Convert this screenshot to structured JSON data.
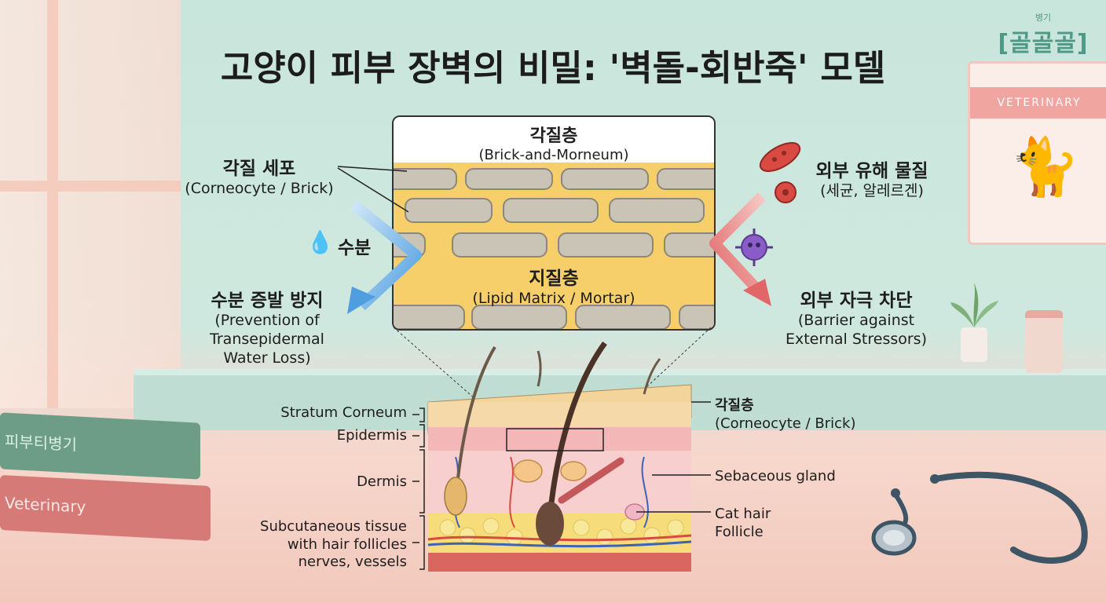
{
  "title": "고양이 피부 장벽의 비밀: '벽돌-회반죽' 모델",
  "logo": {
    "small": "병기",
    "main": "[골골골]"
  },
  "background": {
    "poster_header": "VETERINARY",
    "book_top_label": "피부티병기",
    "book_bottom_label": "Veterinary"
  },
  "zoom": {
    "top_title": "각질층",
    "top_subtitle": "(Brick-and-Morneum)",
    "middle_title": "지질층",
    "middle_subtitle": "(Lipid Matrix / Mortar)"
  },
  "left": {
    "corneocyte_title": "각질 세포",
    "corneocyte_subtitle": "(Corneocyte / Brick)",
    "water_label": "수분",
    "evaporation_title": "수분 증발 방지",
    "evaporation_line1": "(Prevention of",
    "evaporation_line2": "Transepidermal",
    "evaporation_line3": "Water Loss)"
  },
  "right": {
    "harmful_title": "외부 유해 물질",
    "harmful_subtitle": "(세균, 알레르겐)",
    "block_title": "외부 자극 차단",
    "block_line1": "(Barrier against",
    "block_line2": "External Stressors)"
  },
  "cross_section": {
    "left_labels": {
      "stratum_corneum": "Stratum Corneum",
      "epidermis": "Epidermis",
      "dermis": "Dermis",
      "subcutaneous_line1": "Subcutaneous tissue",
      "subcutaneous_line2": "with hair follicles",
      "subcutaneous_line3": "nerves, vessels"
    },
    "right_labels": {
      "corneum_title": "각질층",
      "corneum_subtitle": "(Corneocyte / Brick)",
      "sebaceous": "Sebaceous gland",
      "hair_line1": "Cat hair",
      "hair_line2": "Follicle"
    }
  },
  "colors": {
    "brick": "#c9c4b6",
    "mortar": "#f7cf6a",
    "water_arrow": "#5aa9e6",
    "block_arrow": "#e06668",
    "bacteria": "#d94a42",
    "virus": "#8a5cc7"
  }
}
